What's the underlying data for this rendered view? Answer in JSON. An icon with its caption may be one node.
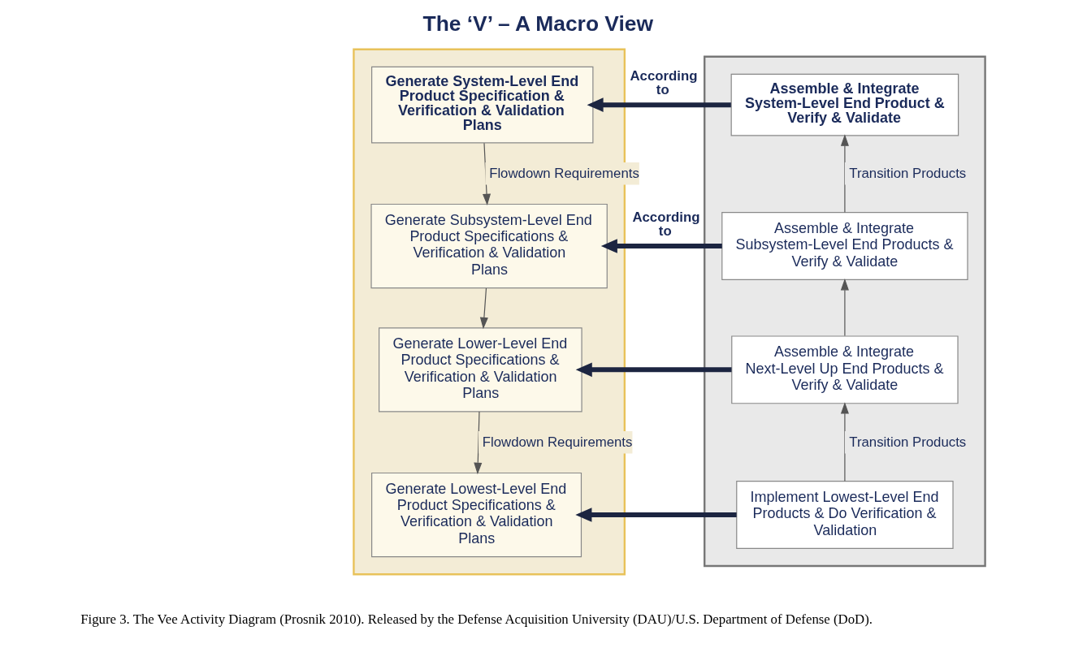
{
  "diagram": {
    "title": "The ‘V’ – A Macro View",
    "caption": "Figure 3. The Vee Activity Diagram (Prosnik 2010). Released by the Defense Acquisition University (DAU)/U.S. Department of Defense (DoD).",
    "nodes": [
      {
        "text": [],
        "shape": "box"
      },
      {
        "text": [
          "Generate System-Level End Product Specification & Verification & Validation Plans"
        ],
        "in": 0
      },
      {
        "text": [
          "Generate Subsystem-Level End Product Specifications & Verification & Validation Plans"
        ],
        "in": 0
      },
      {
        "text": [
          "Generate Lower-Level End Product Specifications & Verification & Validation Plans"
        ],
        "in": 0
      },
      {
        "text": [
          "Generate Lowest-Level End Product Specifications & Verification & Validation Plans"
        ],
        "in": 0
      },
      {
        "text": [],
        "shape": "box"
      },
      {
        "text": [
          "Assemble & Integrate System-Level End Product & Verify & Validate"
        ],
        "in": 5
      },
      {
        "text": [
          "Assemble & Integrate Subsystem-Level End Products & Verify & Validate"
        ],
        "in": 5
      },
      {
        "text": [
          "Assemble & Integrate Next-Level Up End Products & Verify & Validate"
        ],
        "in": 5
      },
      {
        "text": [
          "Implement Lowest-Level End Products & Do Verification & Validation"
        ],
        "in": 5
      }
    ],
    "edges": [
      {
        "from": 1,
        "to": 2,
        "arrow": "to",
        "label": "Flowdown Requirements"
      },
      {
        "from": 2,
        "to": 3,
        "arrow": "to"
      },
      {
        "from": 3,
        "to": 4,
        "arrow": "to",
        "label": "Flowdown Requirements"
      },
      {
        "from": 9,
        "to": 8,
        "arrow": "to",
        "label": "Transition Products"
      },
      {
        "from": 8,
        "to": 7,
        "arrow": "to"
      },
      {
        "from": 7,
        "to": 6,
        "arrow": "to",
        "label": "Transition Products"
      },
      {
        "from": 6,
        "to": 1,
        "arrow": "to",
        "label": "According to",
        "style": "thick",
        "color": "#1c2541"
      },
      {
        "from": 7,
        "to": 2,
        "arrow": "to",
        "label": "According to",
        "style": "thick",
        "color": "#1c2541"
      },
      {
        "from": 8,
        "to": 3,
        "arrow": "to",
        "style": "thick",
        "color": "#1c2541"
      },
      {
        "from": 9,
        "to": 4,
        "arrow": "to",
        "style": "thick",
        "color": "#1c2541"
      }
    ]
  }
}
